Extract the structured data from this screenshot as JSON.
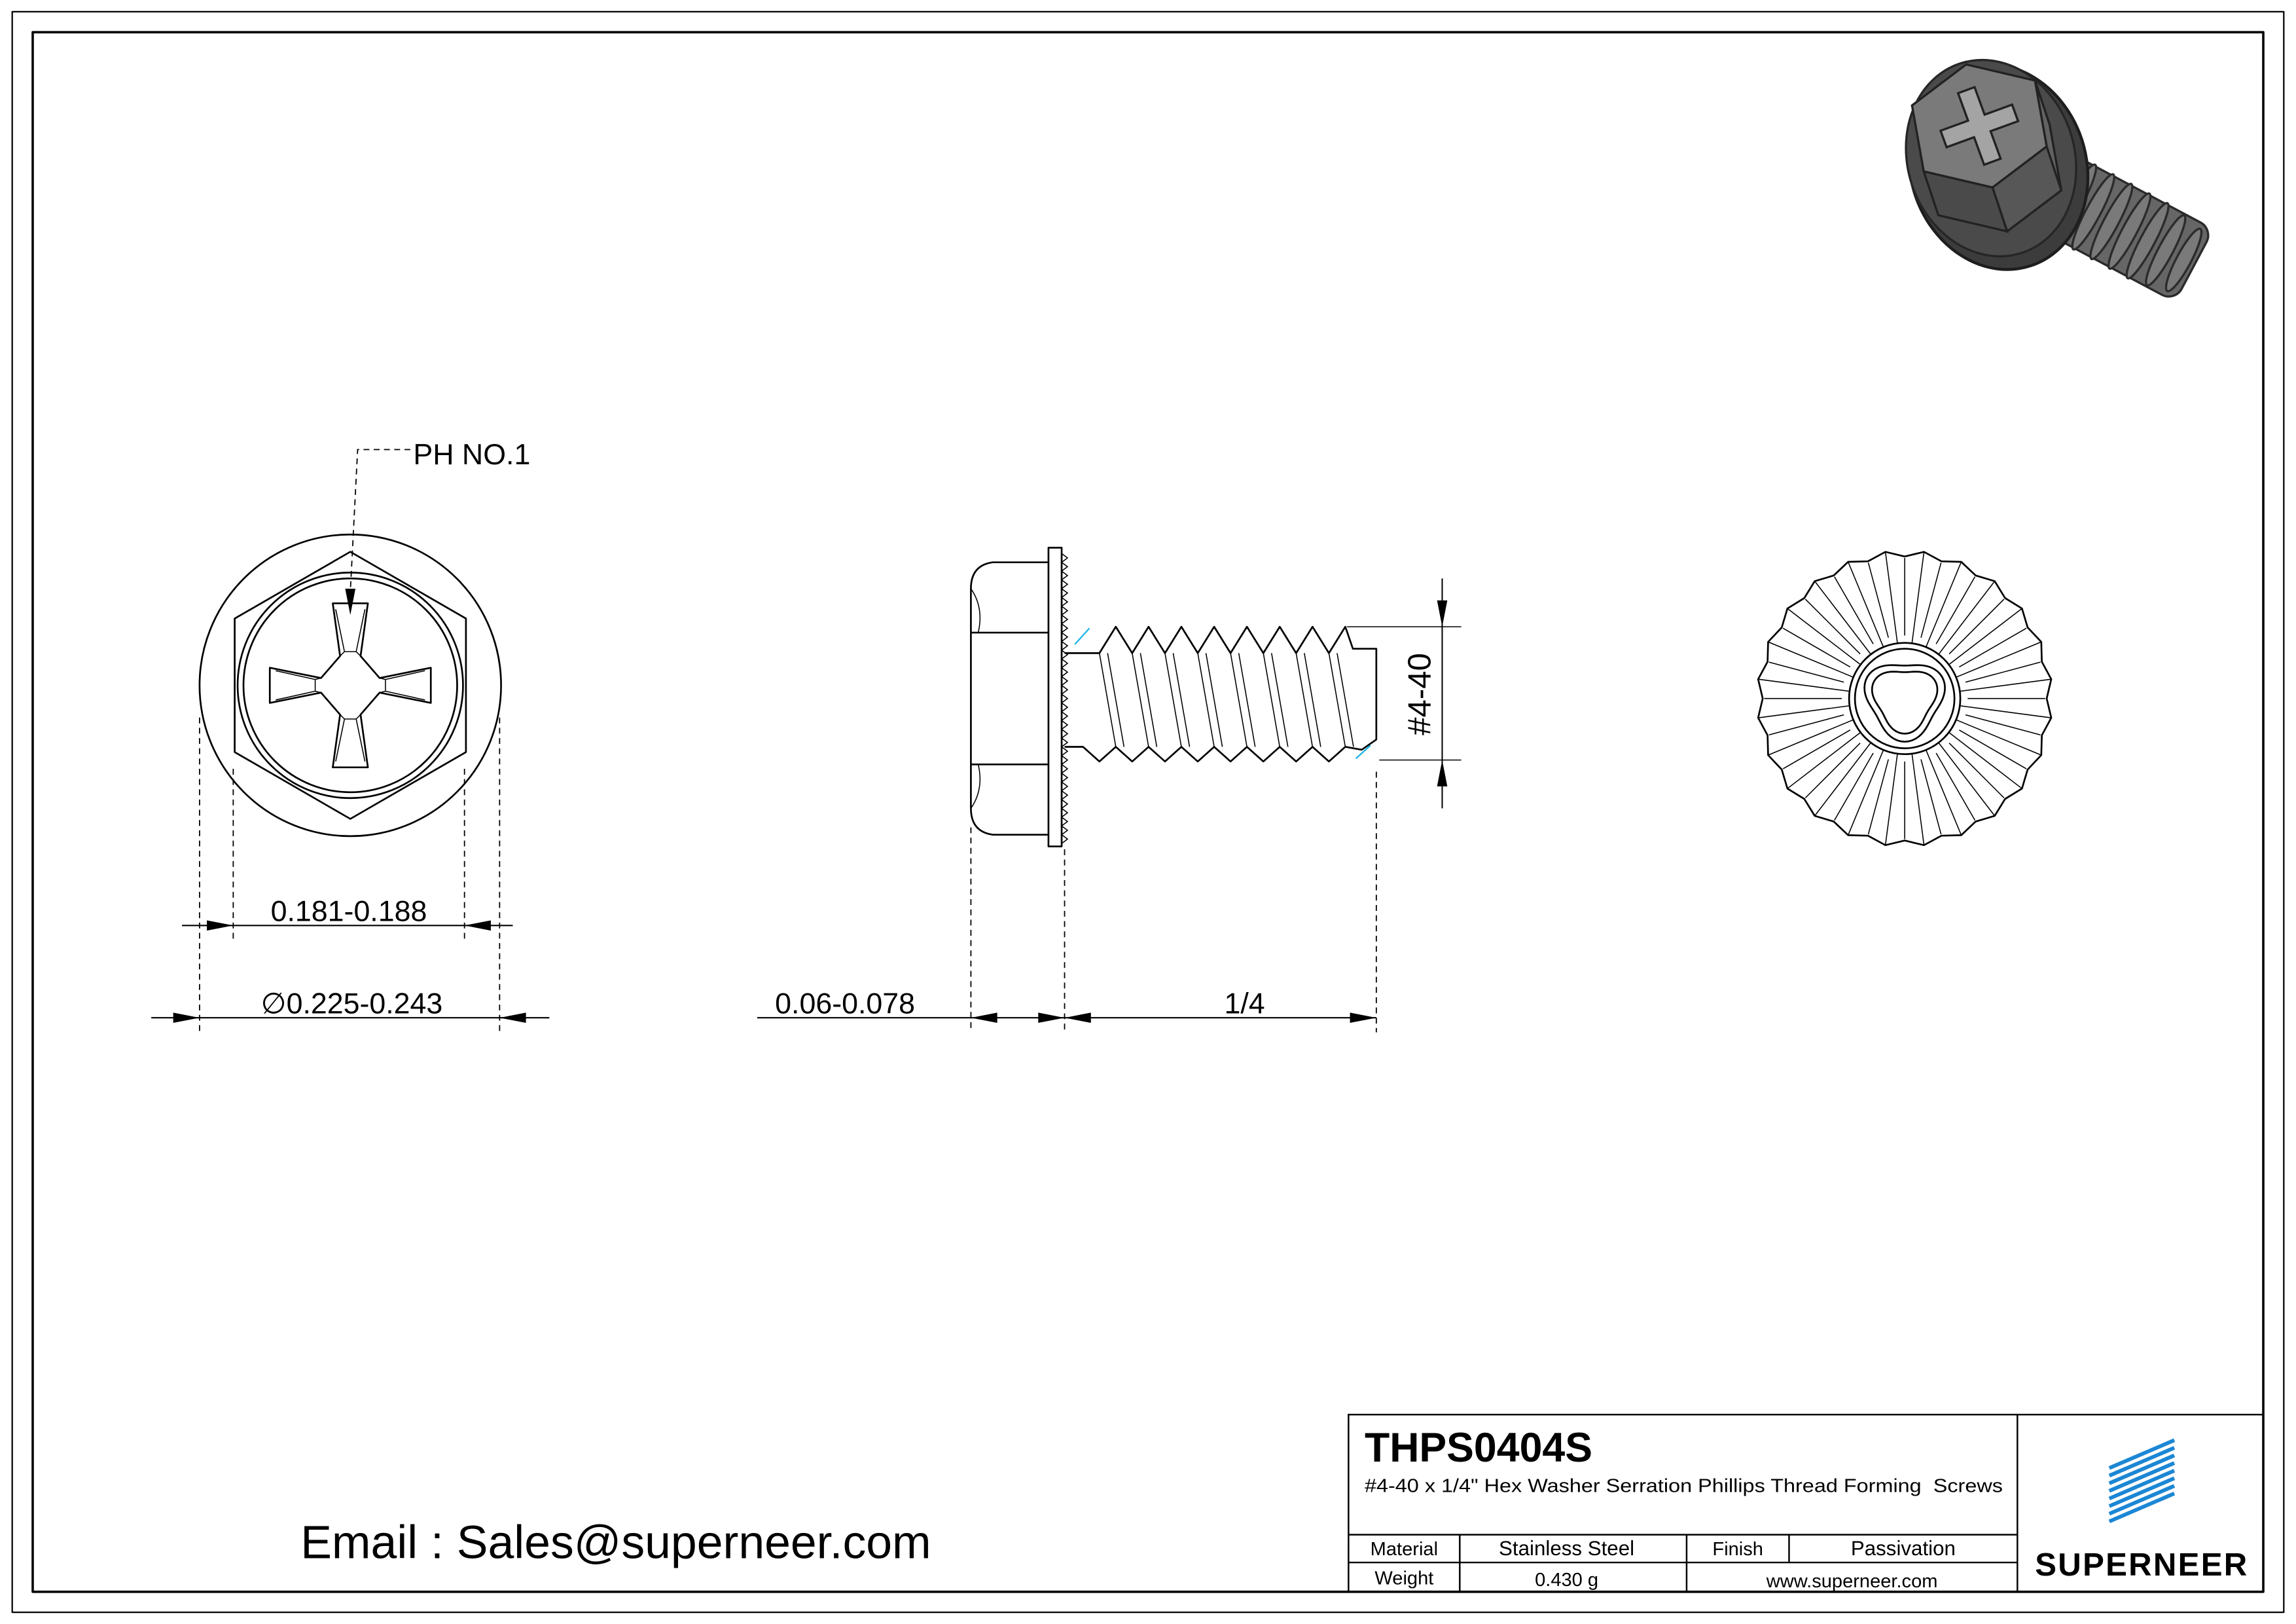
{
  "annotations": {
    "phillips_callout": "PH NO.1",
    "hex_across_flats": "0.181-0.188",
    "washer_diameter": "∅0.225-0.243",
    "head_height": "0.06-0.078",
    "length": "1/4",
    "thread_size": "#4-40"
  },
  "contact": {
    "email_line": "Email : Sales@superneer.com"
  },
  "title_block": {
    "part_number": "THPS0404S",
    "description": "#4-40 x 1/4\" Hex Washer Serration Phillips Thread Forming  Screws",
    "material_label": "Material",
    "material": "Stainless Steel",
    "finish_label": "Finish",
    "finish": "Passivation",
    "weight_label": "Weight",
    "weight": "0.430 g",
    "website": "www.superneer.com",
    "brand": "SUPERNEER"
  },
  "colors": {
    "line": "#000000",
    "brand_blue": "#1c87d4",
    "website_blue": "#2b6fd3",
    "render_gray": "#666666"
  },
  "icons": {
    "brand_logo": "superneer-stripe-logo-icon"
  }
}
